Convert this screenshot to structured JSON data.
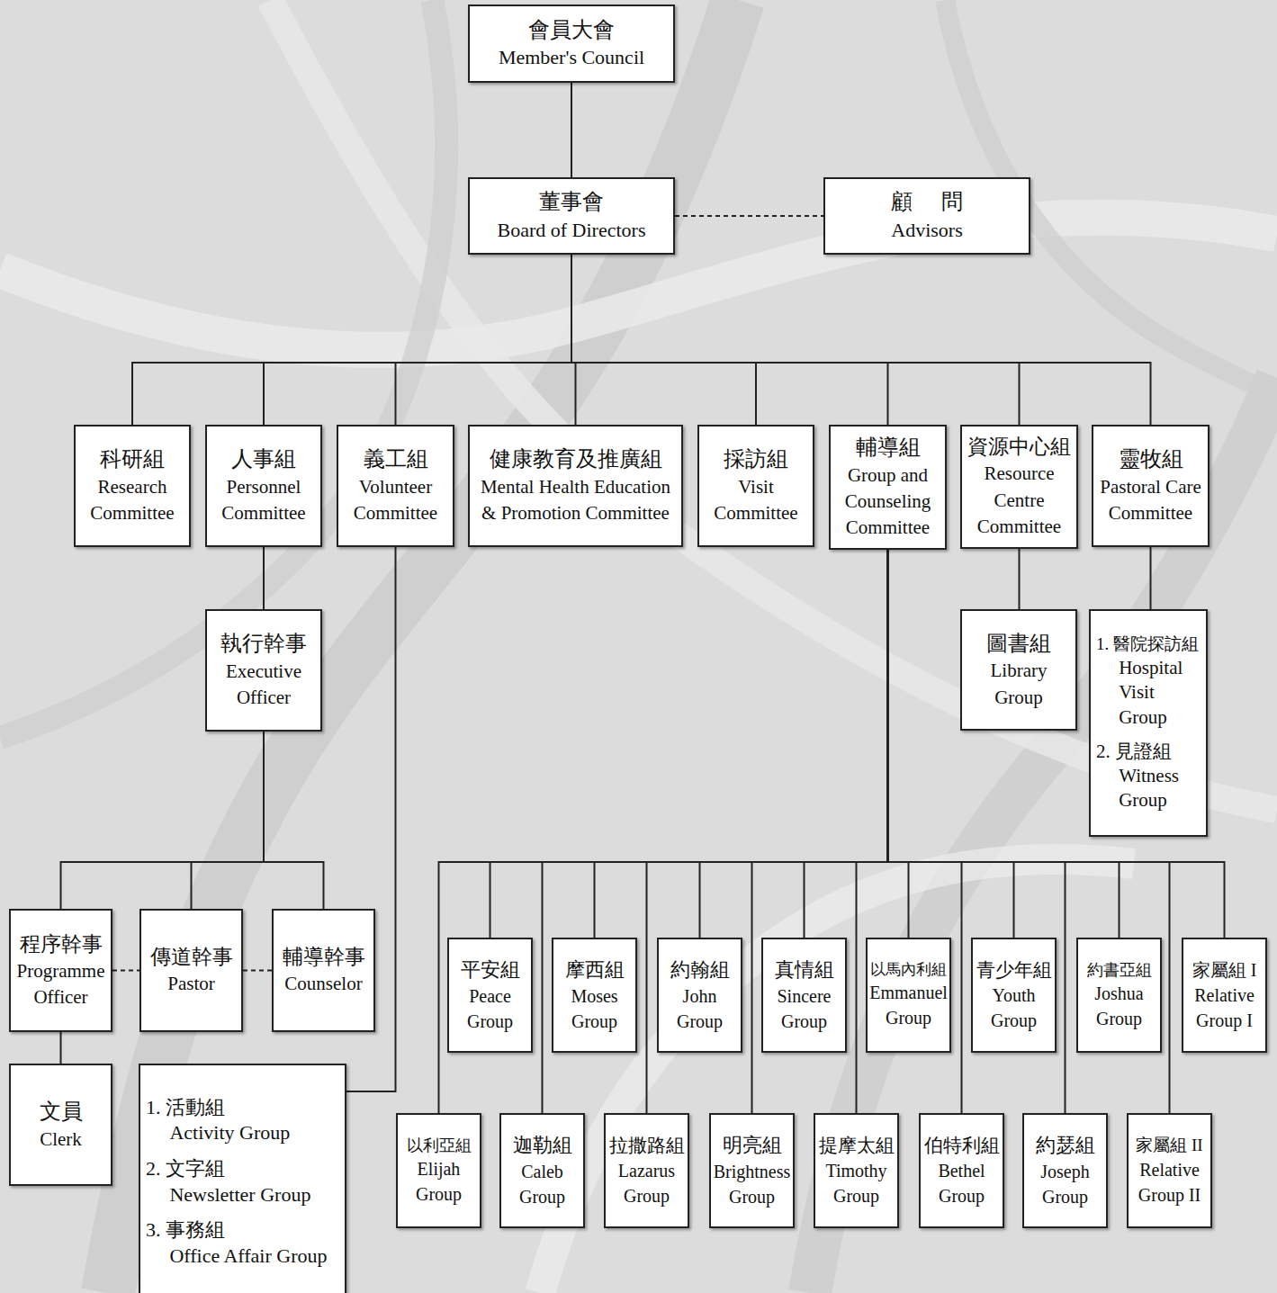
{
  "diagram": {
    "nodes": [
      {
        "text": [
          "會員大會",
          "Member's Council"
        ]
      },
      {
        "text": [
          "董事會",
          "Board of Directors"
        ]
      },
      {
        "text": [
          "顧 問",
          "Advisors"
        ]
      },
      {
        "text": [
          "科研組",
          "Research Committee"
        ]
      },
      {
        "text": [
          "人事組",
          "Personnel Committee"
        ]
      },
      {
        "text": [
          "義工組",
          "Volunteer Committee"
        ]
      },
      {
        "text": [
          "健康教育及推廣組",
          "Mental Health Education & Promotion Committee"
        ]
      },
      {
        "text": [
          "採訪組",
          "Visit Committee"
        ]
      },
      {
        "text": [
          "輔導組",
          "Group and Counseling Committee"
        ]
      },
      {
        "text": [
          "資源中心組",
          "Resource Centre Committee"
        ]
      },
      {
        "text": [
          "靈牧組",
          "Pastoral Care Committee"
        ]
      },
      {
        "text": [
          "執行幹事",
          "Executive Officer"
        ]
      },
      {
        "text": [
          "圖書組",
          "Library Group"
        ]
      },
      {
        "text": [
          "1. 醫院探訪組",
          "Hospital Visit Group",
          "2. 見證組",
          "Witness Group"
        ]
      },
      {
        "text": [
          "程序幹事",
          "Programme Officer"
        ]
      },
      {
        "text": [
          "傳道幹事",
          "Pastor"
        ]
      },
      {
        "text": [
          "輔導幹事",
          "Counselor"
        ]
      },
      {
        "text": [
          "文員",
          "Clerk"
        ]
      },
      {
        "text": [
          "1. 活動組",
          "Activity Group",
          "2. 文字組",
          "Newsletter Group",
          "3. 事務組",
          "Office Affair Group"
        ]
      },
      {
        "text": [
          "平安組",
          "Peace Group"
        ]
      },
      {
        "text": [
          "摩西組",
          "Moses Group"
        ]
      },
      {
        "text": [
          "約翰組",
          "John Group"
        ]
      },
      {
        "text": [
          "真情組",
          "Sincere Group"
        ]
      },
      {
        "text": [
          "以馬內利組",
          "Emmanuel Group"
        ]
      },
      {
        "text": [
          "青少年組",
          "Youth Group"
        ]
      },
      {
        "text": [
          "約書亞組",
          "Joshua Group"
        ]
      },
      {
        "text": [
          "家屬組 I",
          "Relative Group I"
        ]
      },
      {
        "text": [
          "以利亞組",
          "Elijah Group"
        ]
      },
      {
        "text": [
          "迦勒組",
          "Caleb Group"
        ]
      },
      {
        "text": [
          "拉撒路組",
          "Lazarus Group"
        ]
      },
      {
        "text": [
          "明亮組",
          "Brightness Group"
        ]
      },
      {
        "text": [
          "提摩太組",
          "Timothy Group"
        ]
      },
      {
        "text": [
          "伯特利組",
          "Bethel Group"
        ]
      },
      {
        "text": [
          "約瑟組",
          "Joseph Group"
        ]
      },
      {
        "text": [
          "家屬組 II",
          "Relative Group II"
        ]
      }
    ],
    "edges": [
      {
        "from": 0,
        "to": 1,
        "arrow": "none"
      },
      {
        "from": 1,
        "to": 2,
        "arrow": "none"
      },
      {
        "from": 1,
        "to": 3,
        "arrow": "none"
      },
      {
        "from": 1,
        "to": 4,
        "arrow": "none"
      },
      {
        "from": 1,
        "to": 5,
        "arrow": "none"
      },
      {
        "from": 1,
        "to": 6,
        "arrow": "none"
      },
      {
        "from": 1,
        "to": 7,
        "arrow": "none"
      },
      {
        "from": 1,
        "to": 8,
        "arrow": "none"
      },
      {
        "from": 1,
        "to": 9,
        "arrow": "none"
      },
      {
        "from": 1,
        "to": 10,
        "arrow": "none"
      },
      {
        "from": 4,
        "to": 11,
        "arrow": "none"
      },
      {
        "from": 5,
        "to": 18,
        "arrow": "none"
      },
      {
        "from": 8,
        "to": 19,
        "arrow": "none"
      },
      {
        "from": 8,
        "to": 20,
        "arrow": "none"
      },
      {
        "from": 8,
        "to": 21,
        "arrow": "none"
      },
      {
        "from": 8,
        "to": 22,
        "arrow": "none"
      },
      {
        "from": 8,
        "to": 23,
        "arrow": "none"
      },
      {
        "from": 8,
        "to": 24,
        "arrow": "none"
      },
      {
        "from": 8,
        "to": 25,
        "arrow": "none"
      },
      {
        "from": 8,
        "to": 26,
        "arrow": "none"
      },
      {
        "from": 8,
        "to": 27,
        "arrow": "none"
      },
      {
        "from": 8,
        "to": 28,
        "arrow": "none"
      },
      {
        "from": 8,
        "to": 29,
        "arrow": "none"
      },
      {
        "from": 8,
        "to": 30,
        "arrow": "none"
      },
      {
        "from": 8,
        "to": 31,
        "arrow": "none"
      },
      {
        "from": 8,
        "to": 32,
        "arrow": "none"
      },
      {
        "from": 8,
        "to": 33,
        "arrow": "none"
      },
      {
        "from": 8,
        "to": 34,
        "arrow": "none"
      },
      {
        "from": 9,
        "to": 12,
        "arrow": "none"
      },
      {
        "from": 10,
        "to": 13,
        "arrow": "none"
      },
      {
        "from": 11,
        "to": 14,
        "arrow": "none"
      },
      {
        "from": 11,
        "to": 15,
        "arrow": "none"
      },
      {
        "from": 11,
        "to": 16,
        "arrow": "none"
      },
      {
        "from": 14,
        "to": 15,
        "arrow": "none"
      },
      {
        "from": 15,
        "to": 16,
        "arrow": "none"
      },
      {
        "from": 14,
        "to": 17,
        "arrow": "none"
      }
    ]
  }
}
